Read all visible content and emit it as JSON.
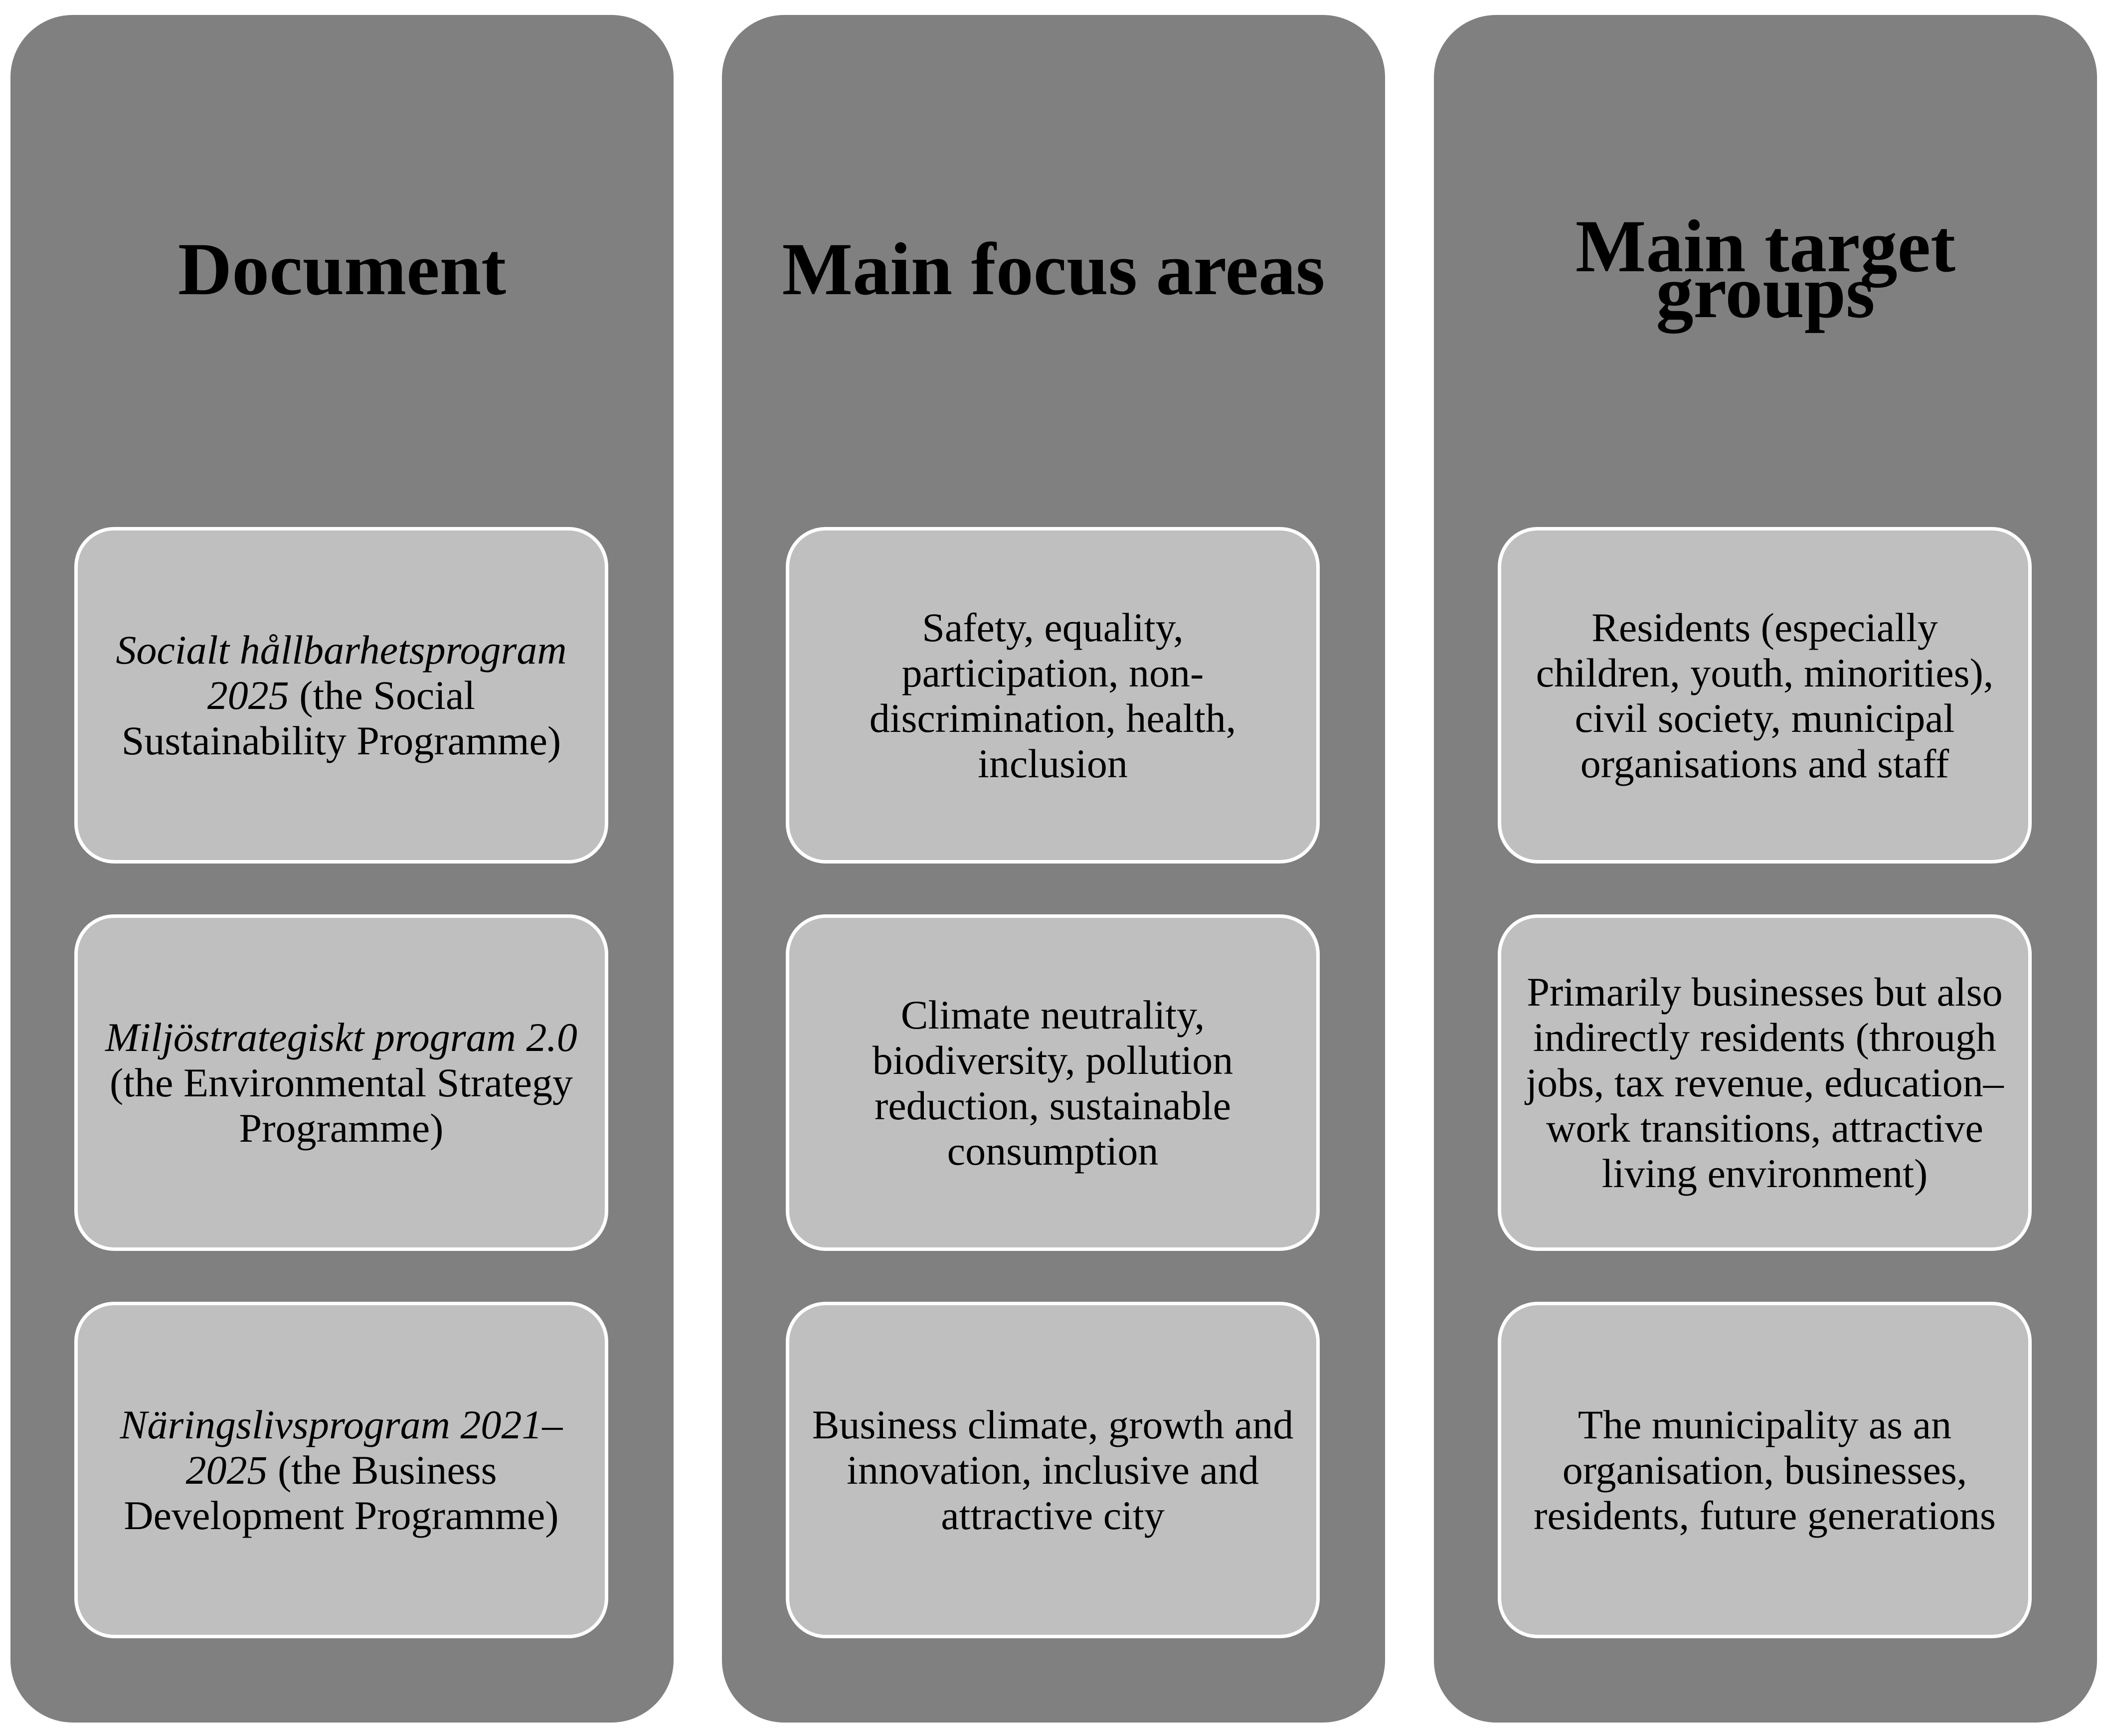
{
  "columns": [
    {
      "header": "Document",
      "cells": [
        {
          "title": "Socialt hållbarhetsprogram 2025",
          "subtitle": "(the Social Sustainability Programme)"
        },
        {
          "title": "Miljöstrategiskt program 2.0",
          "subtitle": "(the Environmental Strategy Programme)"
        },
        {
          "title": "Näringslivsprogram 2021–2025",
          "subtitle": "(the Business Development Programme)"
        }
      ]
    },
    {
      "header": "Main focus areas",
      "cells": [
        {
          "text": "Safety, equality, participation, non-discrimination, health, inclusion"
        },
        {
          "text": "Climate neutrality, biodiversity, pollution reduction, sustainable consumption"
        },
        {
          "text": "Business climate, growth and innovation, inclusive and attractive city"
        }
      ]
    },
    {
      "header": "Main target groups",
      "cells": [
        {
          "text": "Residents (especially children, youth, minorities), civil society, municipal organisations and staff"
        },
        {
          "text": "Primarily businesses but also indirectly residents (through jobs, tax revenue, education–work transitions, attractive living environment)"
        },
        {
          "text": "The municipality as an organisation, businesses, residents, future generations"
        }
      ]
    }
  ],
  "colors": {
    "column_background": "#808080",
    "cell_background": "#bfbfbf",
    "cell_border": "#ffffff",
    "text": "#000000"
  }
}
